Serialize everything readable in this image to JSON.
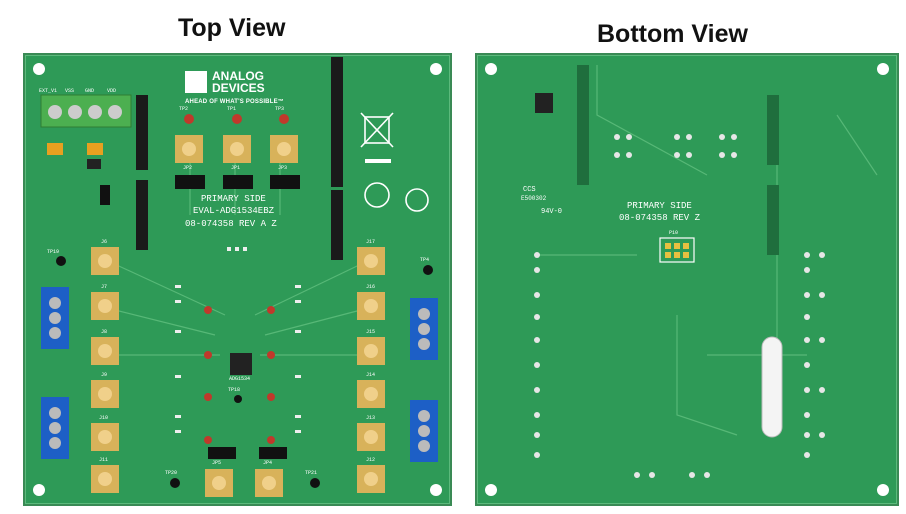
{
  "headings": {
    "top": "Top View",
    "bottom": "Bottom View"
  },
  "top_board": {
    "brand": "ANALOG DEVICES",
    "tagline": "AHEAD OF WHAT'S POSSIBLE™",
    "side": "PRIMARY SIDE",
    "part": "EVAL-ADG1534EBZ",
    "number": "08-074358 REV A Z",
    "chip": "ADG1534",
    "terminal_labels": [
      "EXT_V1",
      "VSS",
      "GND",
      "VDD"
    ],
    "connector_labels": [
      "J6",
      "J7",
      "J8",
      "J9",
      "J10",
      "J11",
      "J17",
      "J16",
      "J15",
      "J14",
      "J13",
      "J12"
    ],
    "testpoint_labels": [
      "TP2",
      "TP1",
      "TP3",
      "TP4",
      "TP18",
      "TP19",
      "TP20",
      "TP21"
    ],
    "jumper_labels": [
      "JP2",
      "JP1",
      "JP3",
      "JP5",
      "JP4"
    ]
  },
  "bottom_board": {
    "side": "PRIMARY SIDE",
    "number": "08-074358 REV Z",
    "ccs": "CCS",
    "ccs_code": "E500302",
    "ul_mark": "94V-0",
    "connector": "P10"
  },
  "colors": {
    "pcb": "#2e9a57",
    "terminal_blue": "#1d5fc6",
    "terminal_green": "#4caf50",
    "gold": "#d8b25a"
  }
}
